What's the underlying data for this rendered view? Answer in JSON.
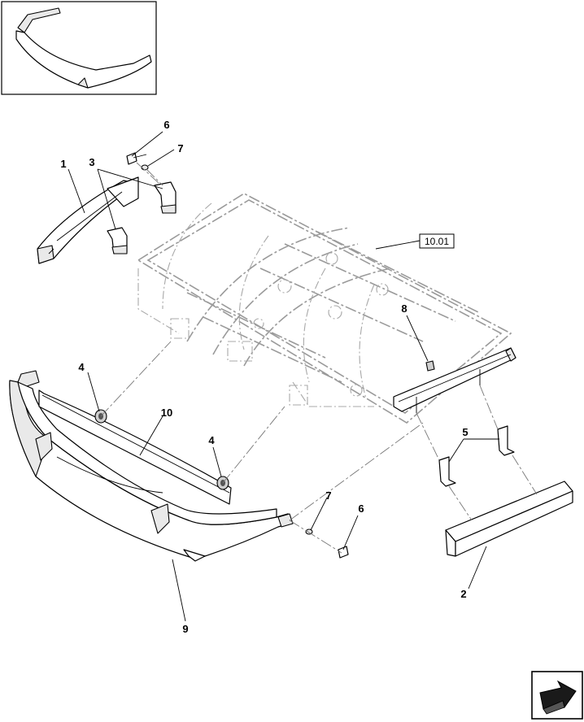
{
  "callouts": {
    "c1": "1",
    "c2": "2",
    "c3": "3",
    "c4a": "4",
    "c4b": "4",
    "c5": "5",
    "c6a": "6",
    "c6b": "6",
    "c7a": "7",
    "c7b": "7",
    "c8": "8",
    "c9": "9",
    "c10": "10"
  },
  "reference": {
    "label": "10.01"
  },
  "icons": {
    "nav": "next-page-arrow-icon"
  }
}
